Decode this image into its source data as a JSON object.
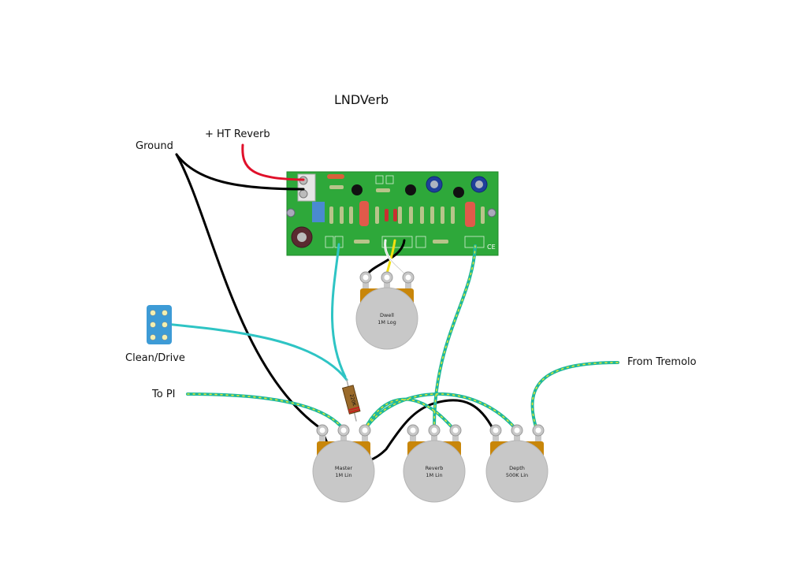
{
  "title": "LNDVerb",
  "labels": {
    "ground": "Ground",
    "ht_reverb": "+ HT Reverb",
    "clean_drive": "Clean/Drive",
    "to_pi": "To PI",
    "from_tremolo": "From Tremolo"
  },
  "pots": [
    {
      "id": "dwell",
      "name": "Dwell",
      "value": "1M Log"
    },
    {
      "id": "master",
      "name": "Master",
      "value": "1M Lin"
    },
    {
      "id": "reverb",
      "name": "Reverb",
      "value": "1M Lin"
    },
    {
      "id": "depth",
      "name": "Depth",
      "value": "500K Lin"
    }
  ],
  "capacitor": {
    "value": "220K"
  },
  "board": {
    "mark": "CE"
  },
  "colors": {
    "pcb": "#2ea83a",
    "pot_body": "#c8c8c8",
    "pot_bracket": "#c8860a",
    "wire_red": "#e0102a",
    "wire_black": "#000000",
    "wire_cyan": "#2ec4c4",
    "wire_shielded": "#1fb89a",
    "wire_stripe": "#e8e830",
    "switch": "#3d9bd6"
  }
}
